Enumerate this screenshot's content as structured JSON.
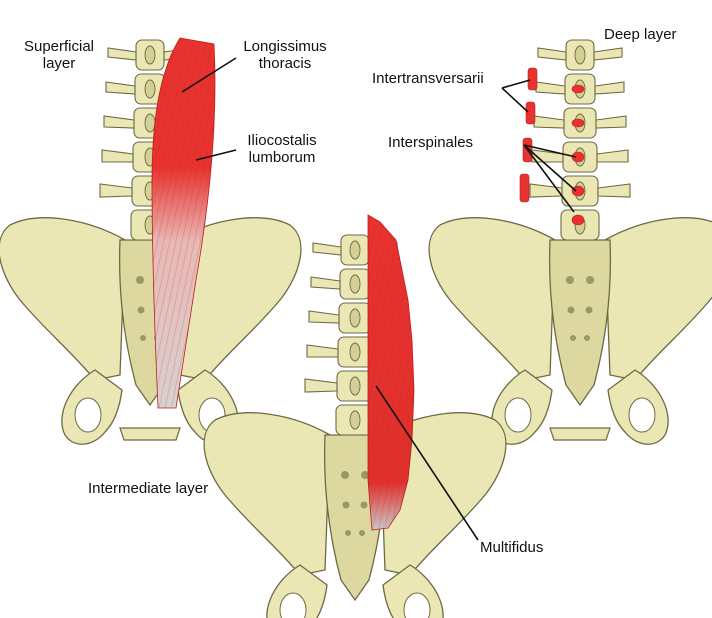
{
  "labels": {
    "superficial_line1": "Superficial",
    "superficial_line2": "layer",
    "longissimus_line1": "Longissimus",
    "longissimus_line2": "thoracis",
    "iliocostalis_line1": "Iliocostalis",
    "iliocostalis_line2": "lumborum",
    "deep_layer": "Deep layer",
    "intertransversarii": "Intertransversarii",
    "interspinales": "Interspinales",
    "intermediate_layer": "Intermediate layer",
    "multifidus": "Multifidus"
  },
  "colors": {
    "bone": "#ebe7b4",
    "bone_shade": "#c9c48a",
    "bone_outline": "#6d6a44",
    "muscle": "#e8322f",
    "muscle_dark": "#b8201d",
    "muscle_faded": "#e8b8b4",
    "leader_line": "#111111"
  }
}
